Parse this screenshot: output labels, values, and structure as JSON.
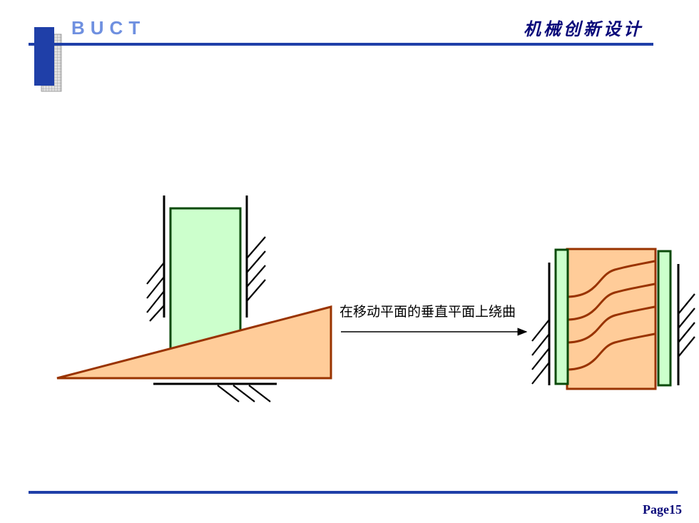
{
  "header": {
    "brand": "BUCT",
    "course_title": "机械创新设计"
  },
  "diagram": {
    "transform_label": "在移动平面的垂直平面上绕曲"
  },
  "footer": {
    "page_label": "Page15"
  },
  "colors": {
    "accent_blue": "#1f3fa8",
    "brand_blue": "#6f90e0",
    "title_navy": "#0a0a7a",
    "slider_fill": "#ccffcc",
    "slider_stroke": "#0a4a0a",
    "wedge_fill": "#ffcc99",
    "wedge_stroke": "#993300"
  }
}
